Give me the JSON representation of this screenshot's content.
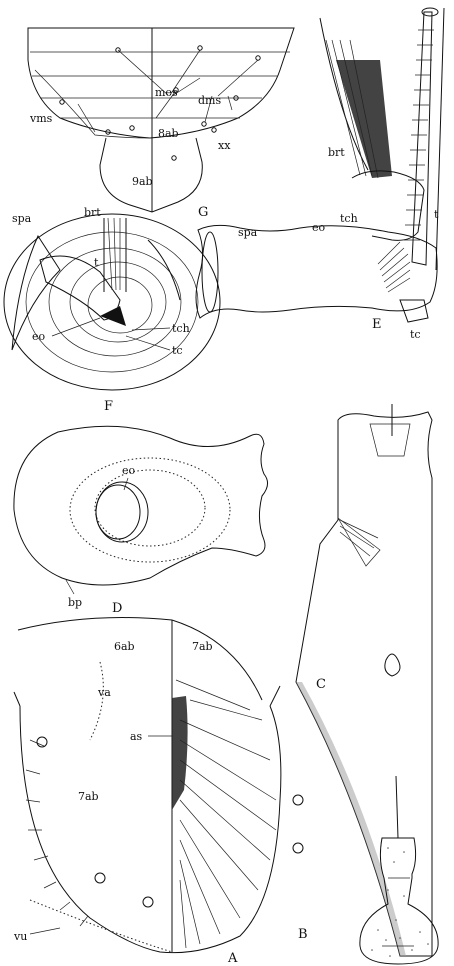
{
  "figures": {
    "A": {
      "letter": "A",
      "labels": {
        "6ab": "6ab",
        "7ab_top": "7ab",
        "7ab_left": "7ab",
        "va": "va",
        "as": "as",
        "vu": "vu"
      }
    },
    "B": {
      "letter": "B"
    },
    "C": {
      "letter": "C"
    },
    "D": {
      "letter": "D",
      "labels": {
        "eo": "eo",
        "bp": "bp"
      }
    },
    "E": {
      "letter": "E",
      "labels": {
        "brt": "brt",
        "tch": "tch",
        "t": "t",
        "spa": "spa",
        "eo": "eo",
        "tc": "tc"
      }
    },
    "F": {
      "letter": "F",
      "labels": {
        "spa": "spa",
        "brt": "brt",
        "t": "t",
        "tch": "tch",
        "tc": "tc",
        "eo": "eo"
      }
    },
    "G": {
      "letter": "G",
      "labels": {
        "mes": "mes",
        "dms": "dms",
        "vms": "vms",
        "8ab": "8ab",
        "xx": "xx",
        "9ab": "9ab"
      }
    }
  }
}
